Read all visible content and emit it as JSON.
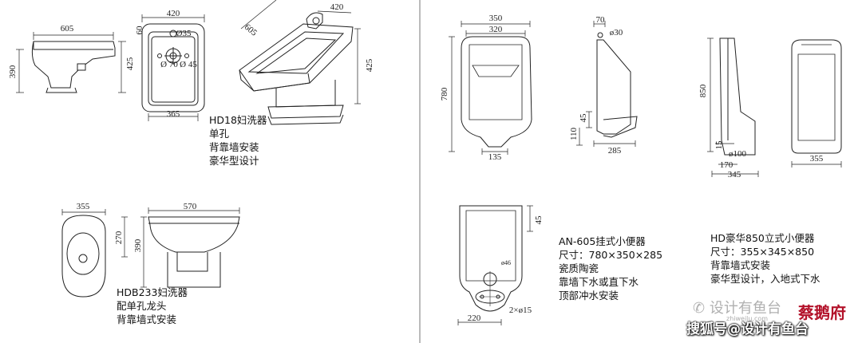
{
  "bidet_hd18": {
    "side_width": "605",
    "side_height_total": "390",
    "side_height_rim": "425",
    "top_width": "420",
    "top_base_width": "365",
    "top_small_dim": "60",
    "hole_diameter_top": "Ø35",
    "hole_diameter_drain": "Ø 70",
    "hole_diameter_small": "Ø 45",
    "iso_width": "420",
    "iso_depth": "605",
    "iso_height": "425",
    "notes": [
      "HD18妇洗器",
      "单孔",
      "背靠墙安装",
      "豪华型设计"
    ]
  },
  "bidet_hdb233": {
    "top_width": "355",
    "side_width": "570",
    "inner_height": "270",
    "total_height": "390",
    "notes": [
      "HDB233妇洗器",
      "配单孔龙头",
      "背靠墙式安装"
    ]
  },
  "urinal_an605": {
    "outer_width": "350",
    "inner_width": "320",
    "height": "780",
    "bottom_width": "135",
    "side_top": "70",
    "side_pipe": "ø30",
    "side_dim_45": "45",
    "side_dim_110": "110",
    "side_depth": "285",
    "back_top_dim": "45",
    "back_hole": "ø46",
    "back_bottom": "220",
    "back_holes": "2×ø15",
    "notes": [
      "AN-605挂式小便器",
      "尺寸：780×350×285",
      "瓷质陶瓷",
      "靠墙下水或直下水",
      "顶部冲水安装"
    ]
  },
  "urinal_hd850": {
    "height": "850",
    "dim_15": "15",
    "pipe": "ø100",
    "dim_170": "170",
    "depth": "345",
    "width": "355",
    "notes": [
      "HD豪华850立式小便器",
      "尺寸：355×345×850",
      "背靠墙式安装",
      "豪华型设计，入地式下水"
    ]
  },
  "watermark": {
    "logo_text": "设计有鱼台",
    "logo_sub": "zhiweilu.com",
    "brand": "蔡鹅府",
    "source": "搜狐号@设计有鱼台"
  }
}
